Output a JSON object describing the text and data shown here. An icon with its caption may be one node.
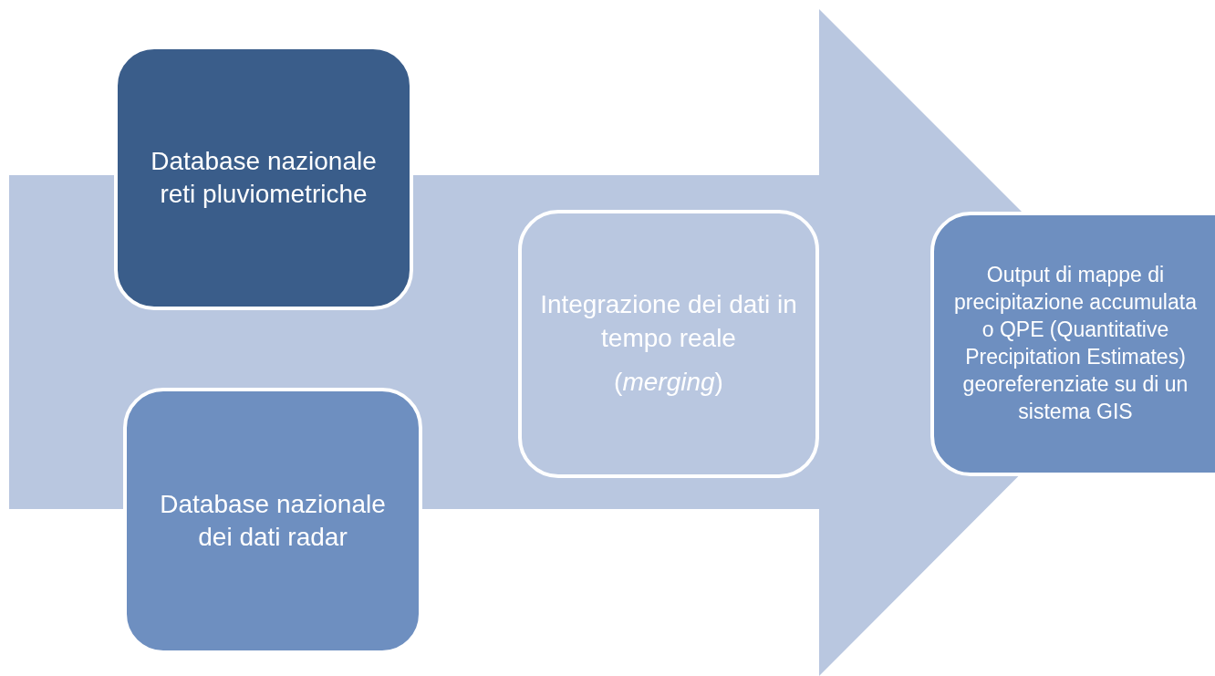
{
  "diagram": {
    "nodes": [
      {
        "text": [
          "Database nazionale reti pluviometriche"
        ]
      },
      {
        "text": [
          "Database nazionale dei dati radar"
        ]
      },
      {
        "text": [
          "Integrazione dei dati in tempo reale",
          "(*merging*)"
        ]
      },
      {
        "text": [
          "Output di mappe di precipitazione accumulata o QPE (Quantitative Precipitation Estimates) georeferenziate su di un sistema GIS"
        ]
      }
    ],
    "edges": []
  }
}
